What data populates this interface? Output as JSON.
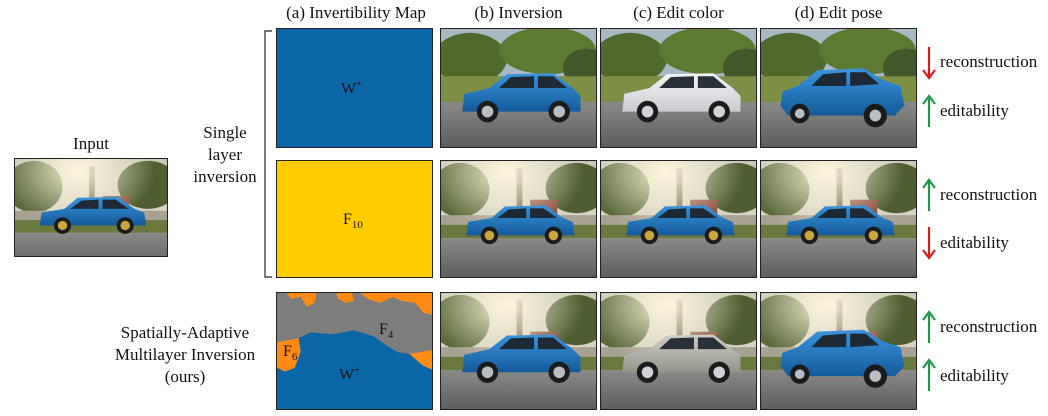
{
  "columns": {
    "a": "(a) Invertibility Map",
    "b": "(b) Inversion",
    "c": "(c) Edit color",
    "d": "(d) Edit pose"
  },
  "input_label": "Input",
  "single_layer_label": [
    "Single",
    "layer",
    "inversion"
  ],
  "ours_label": [
    "Spatially-Adaptive",
    "Multilayer Inversion",
    "(ours)"
  ],
  "map_labels": {
    "row1": {
      "base": "W",
      "sup": "+"
    },
    "row2": {
      "base": "F",
      "sub": "10"
    },
    "row3_f4": {
      "base": "F",
      "sub": "4"
    },
    "row3_f6": {
      "base": "F",
      "sub": "6"
    },
    "row3_w": {
      "base": "W",
      "sup": "+"
    }
  },
  "indicators": {
    "row1": [
      {
        "direction": "down",
        "color": "#d91c1c",
        "text": "reconstruction"
      },
      {
        "direction": "up",
        "color": "#1a9a4a",
        "text": "editability"
      }
    ],
    "row2": [
      {
        "direction": "up",
        "color": "#1a9a4a",
        "text": "reconstruction"
      },
      {
        "direction": "down",
        "color": "#d91c1c",
        "text": "editability"
      }
    ],
    "row3": [
      {
        "direction": "up",
        "color": "#1a9a4a",
        "text": "reconstruction"
      },
      {
        "direction": "up",
        "color": "#1a9a4a",
        "text": "editability"
      }
    ]
  },
  "colors": {
    "w_plus": "#0b66a8",
    "f10": "#ffcc00",
    "f4": "#7d7d7d",
    "f6": "#ff8a14",
    "car_blue": "#1f78c4",
    "car_white": "#e6e8ea",
    "car_silver": "#b8b8b0"
  }
}
